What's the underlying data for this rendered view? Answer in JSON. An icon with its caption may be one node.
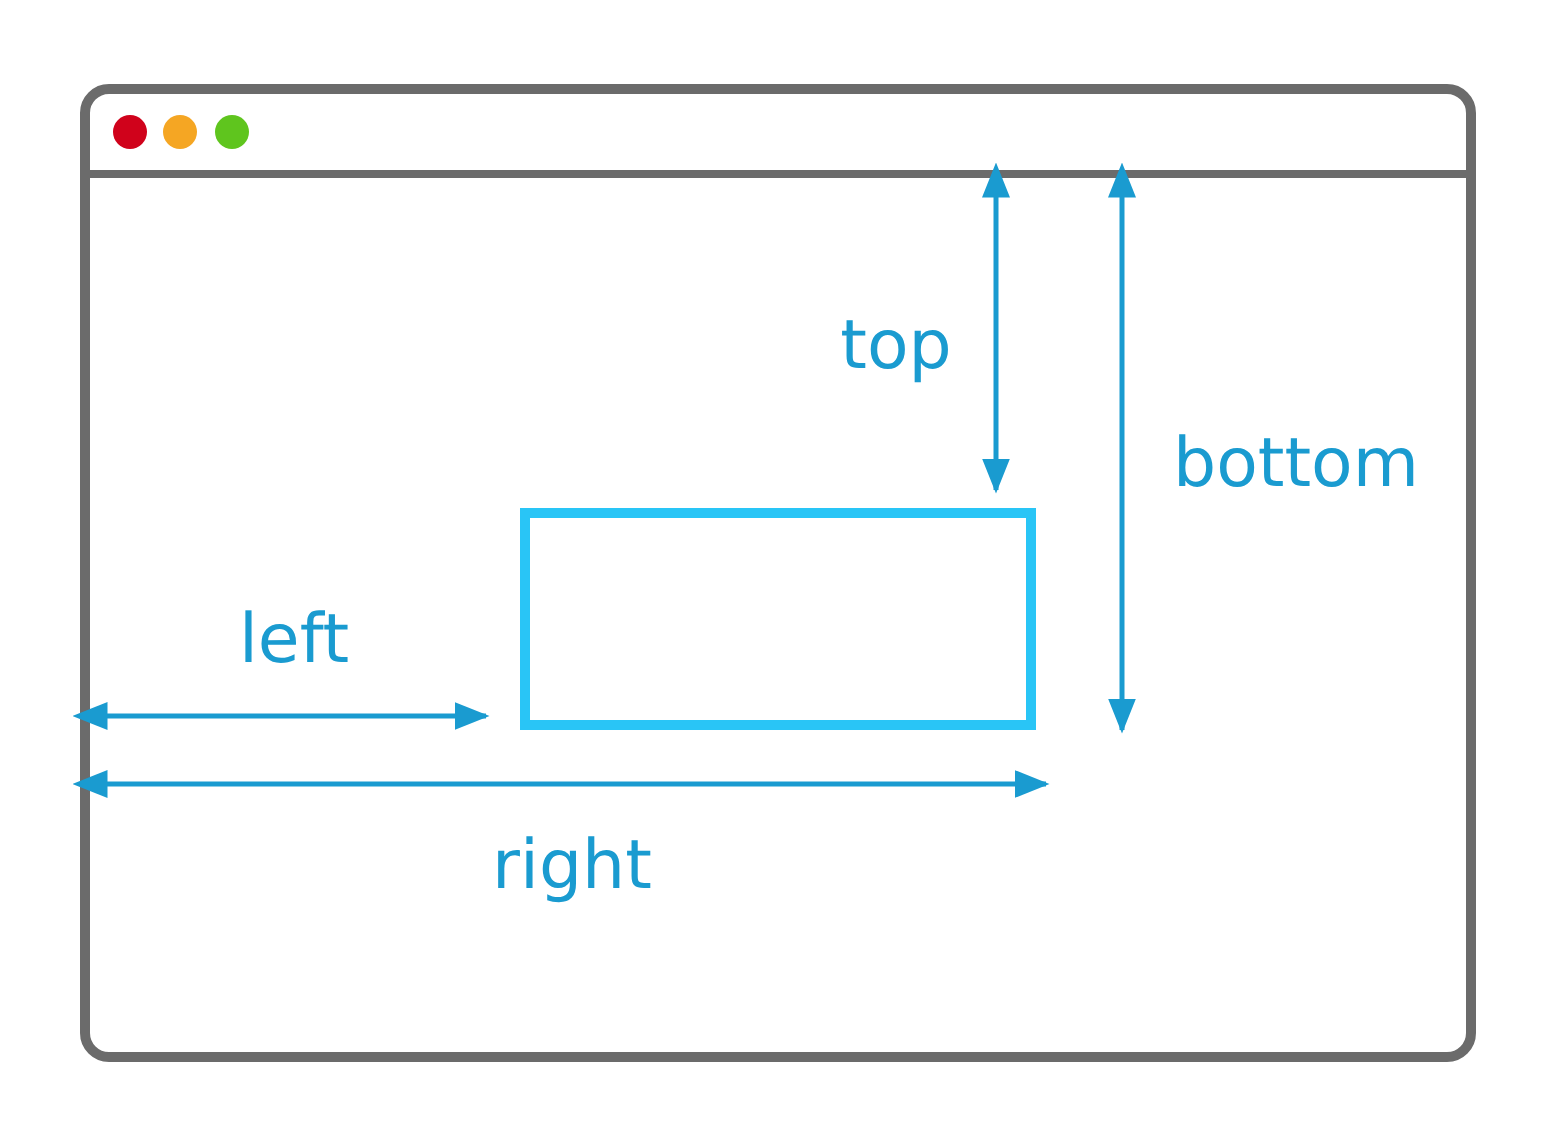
{
  "diagram": {
    "labels": [
      "top",
      "bottom",
      "left",
      "right"
    ]
  }
}
